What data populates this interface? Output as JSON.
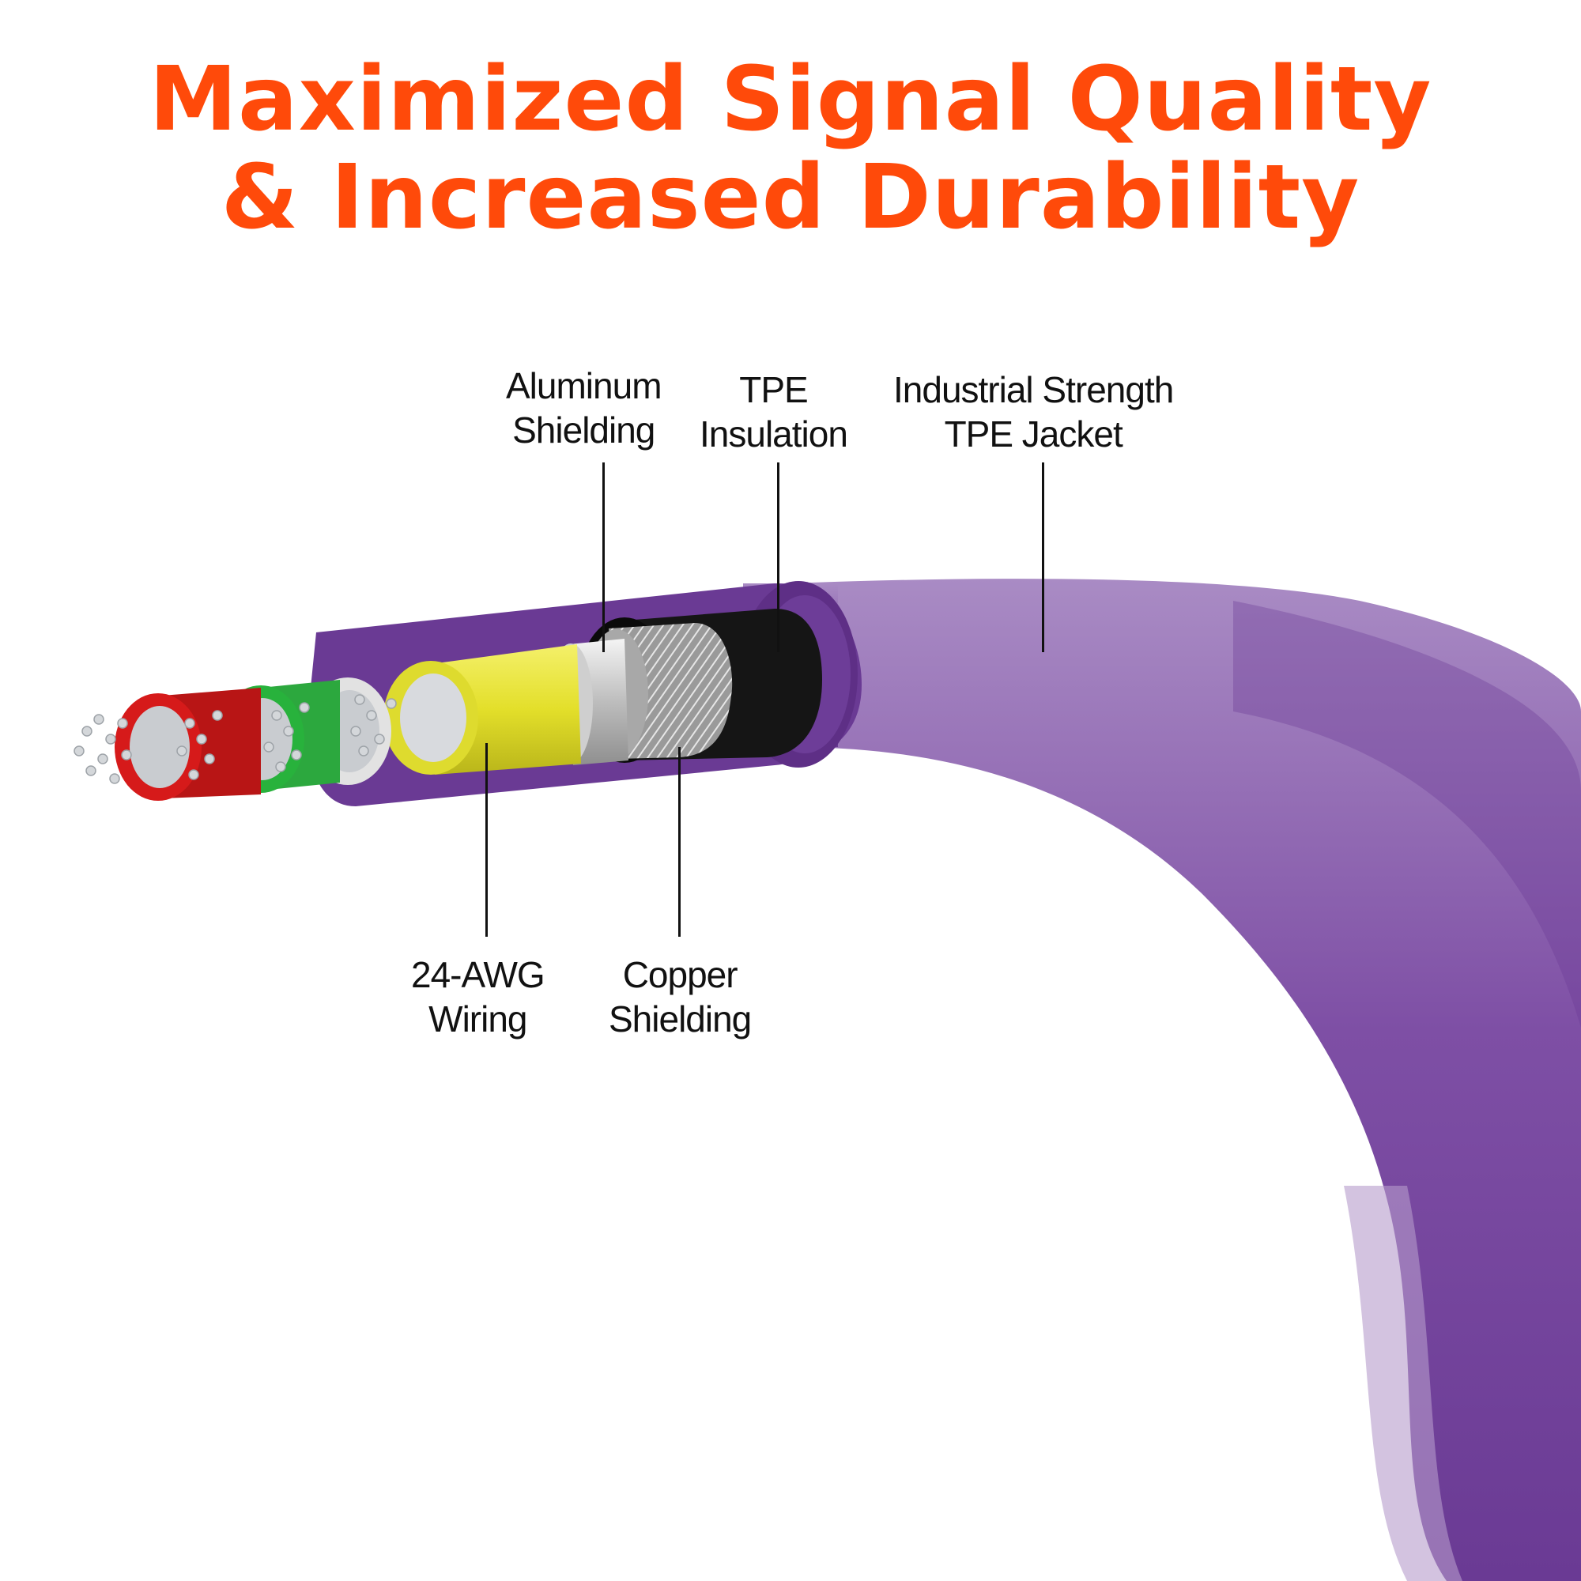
{
  "title": {
    "line1": "Maximized Signal Quality",
    "line2": "& Increased Durability"
  },
  "colors": {
    "title": "#ff4a0a",
    "jacket": "#7a4aa0",
    "jacket_dark": "#5e2f86",
    "tpe_insulation": "#111111",
    "copper_shield": "#b8b8b8",
    "aluminum_shield": "#dcdcdc",
    "wire_yellow": "#e8e432",
    "wire_white": "#e8e8e8",
    "wire_green": "#28b23c",
    "wire_red": "#d61a1a",
    "strands": "#cfd3d6",
    "leader_lines": "#111111"
  },
  "callouts": {
    "aluminum_shielding": [
      "Aluminum",
      "Shielding"
    ],
    "tpe_insulation": [
      "TPE",
      "Insulation"
    ],
    "jacket": [
      "Industrial Strength",
      "TPE Jacket"
    ],
    "awg_wiring": [
      "24-AWG",
      "Wiring"
    ],
    "copper_shielding": [
      "Copper",
      "Shielding"
    ]
  }
}
